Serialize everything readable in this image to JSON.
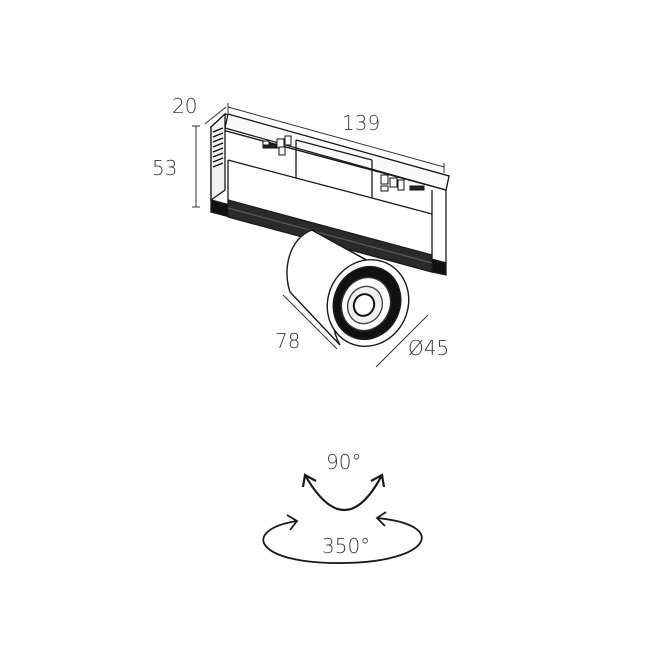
{
  "dimensions": {
    "depth": "20",
    "length": "139",
    "height": "53",
    "head_length": "78",
    "head_diameter": "Ø45"
  },
  "rotation": {
    "tilt": "90°",
    "rotate": "350°"
  }
}
